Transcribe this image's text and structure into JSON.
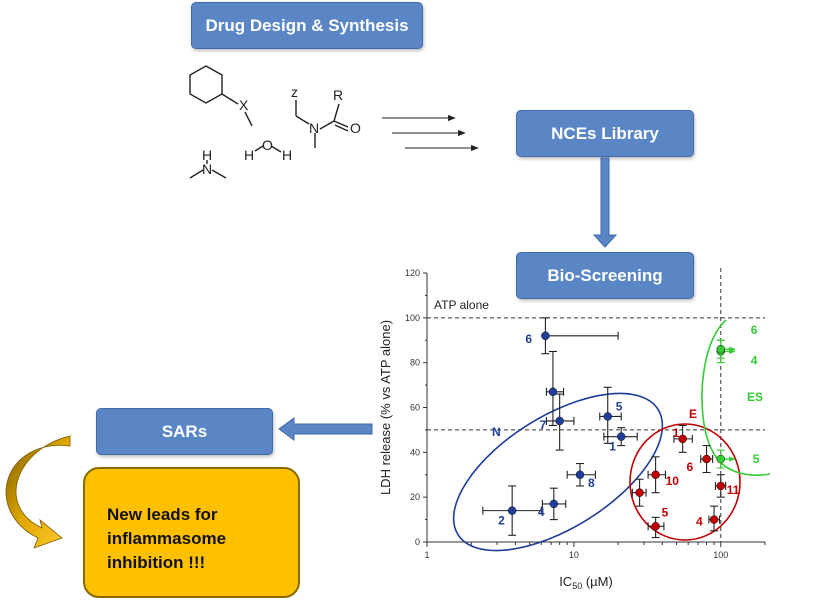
{
  "flow": {
    "drug_design": "Drug Design & Synthesis",
    "nces_library": "NCEs Library",
    "bio_screening": "Bio-Screening",
    "sars": "SARs",
    "new_leads": [
      "New leads for",
      "inflammasome",
      "inhibition  !!!"
    ]
  },
  "molecules": {
    "atom_x": "X",
    "atom_z": "z",
    "atom_r": "R",
    "atom_n": "N",
    "atom_o": "O",
    "water_h1": "H",
    "water_o": "O",
    "water_h2": "H",
    "amine_h": "H",
    "amine_n": "N"
  },
  "colors": {
    "box_fill": "#5a86c6",
    "leads_fill": "#ffc000",
    "group_n": "#1f3d99",
    "group_e": "#c00000",
    "group_es": "#33cc33"
  },
  "chart_data": {
    "type": "scatter",
    "xlabel": "IC50 (µM)",
    "ylabel": "LDH release (% vs ATP alone)",
    "x_scale": "log",
    "xlim": [
      1,
      200
    ],
    "ylim": [
      0,
      120
    ],
    "x_ticks": [
      "1",
      "10",
      "100"
    ],
    "y_ticks": [
      "0",
      "20",
      "40",
      "60",
      "80",
      "100",
      "120"
    ],
    "reference_line_label": "ATP alone",
    "reference_lines": {
      "y": [
        100,
        50
      ],
      "x": [
        100
      ]
    },
    "groups": [
      {
        "name": "N",
        "color": "#1f3d99",
        "points": [
          {
            "label": "1",
            "x": 21,
            "y": 47,
            "xerr": [
              16,
              27
            ],
            "yerr": [
              43,
              51
            ]
          },
          {
            "label": "2",
            "x": 3.8,
            "y": 14,
            "xerr": [
              2.4,
              6.0
            ],
            "yerr": [
              3,
              25
            ]
          },
          {
            "label": "4",
            "x": 7.3,
            "y": 17,
            "xerr": [
              6.1,
              8.8
            ],
            "yerr": [
              10,
              24
            ]
          },
          {
            "label": "5",
            "x": 17,
            "y": 56,
            "xerr": [
              15,
              21
            ],
            "yerr": [
              44,
              69
            ]
          },
          {
            "label": "6",
            "x": 6.4,
            "y": 92,
            "xerr": [
              6.4,
              20
            ],
            "yerr": [
              84,
              100
            ]
          },
          {
            "label": "7",
            "x": 8.0,
            "y": 54,
            "xerr": [
              6.5,
              10
            ],
            "yerr": [
              41,
              66
            ]
          },
          {
            "label": "8",
            "x": 11,
            "y": 30,
            "xerr": [
              9,
              14
            ],
            "yerr": [
              25,
              35
            ]
          },
          {
            "label": "",
            "x": 7.2,
            "y": 67,
            "xerr": [
              6.5,
              8.5
            ],
            "yerr": [
              52,
              85
            ]
          }
        ]
      },
      {
        "name": "E",
        "color": "#c00000",
        "points": [
          {
            "label": "1",
            "x": 55,
            "y": 46,
            "xerr": [
              48,
              64
            ],
            "yerr": [
              40,
              52
            ]
          },
          {
            "label": "4",
            "x": 90,
            "y": 10,
            "xerr": [
              83,
              98
            ],
            "yerr": [
              5,
              16
            ]
          },
          {
            "label": "5",
            "x": 36,
            "y": 7,
            "xerr": [
              32,
              41
            ],
            "yerr": [
              2,
              11
            ]
          },
          {
            "label": "6",
            "x": 80,
            "y": 37,
            "xerr": [
              73,
              88
            ],
            "yerr": [
              31,
              43
            ]
          },
          {
            "label": "10",
            "x": 36,
            "y": 30,
            "xerr": [
              32,
              42
            ],
            "yerr": [
              22,
              38
            ]
          },
          {
            "label": "11",
            "x": 100,
            "y": 25,
            "xerr": [
              92,
              108
            ],
            "yerr": [
              20,
              30
            ]
          },
          {
            "label": "",
            "x": 28,
            "y": 22,
            "xerr": [
              25,
              31
            ],
            "yerr": [
              16,
              28
            ]
          }
        ]
      },
      {
        "name": "ES",
        "color": "#33cc33",
        "points": [
          {
            "label": "4",
            "x": 100,
            "y": 85,
            "xerr": [
              100,
              125
            ],
            "yerr": [
              80,
              90
            ]
          },
          {
            "label": "5",
            "x": 100,
            "y": 37,
            "xerr": [
              100,
              125
            ],
            "yerr": [
              33,
              41
            ]
          },
          {
            "label": "6",
            "x": 100,
            "y": 86,
            "xerr": [
              100,
              125
            ],
            "yerr": [
              82,
              90
            ]
          }
        ]
      }
    ]
  }
}
